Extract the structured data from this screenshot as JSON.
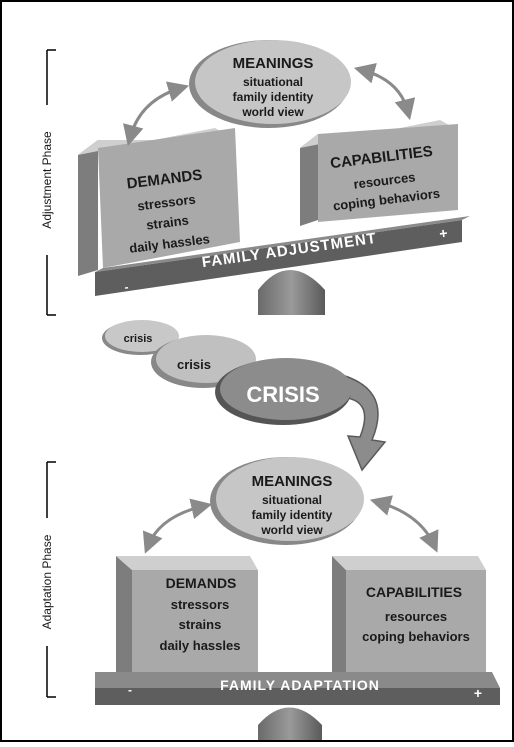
{
  "adjustment_phase": {
    "phase_label": "Adjustment Phase",
    "meanings": {
      "title": "MEANINGS",
      "lines": [
        "situational",
        "family identity",
        "world view"
      ]
    },
    "demands": {
      "title": "DEMANDS",
      "lines": [
        "stressors",
        "strains",
        "daily hassles"
      ]
    },
    "capabilities": {
      "title": "CAPABILITIES",
      "lines": [
        "resources",
        "coping behaviors"
      ]
    },
    "beam_label": "FAMILY ADJUSTMENT",
    "minus": "-",
    "plus": "+"
  },
  "crisis_sequence": {
    "small": "crisis",
    "medium": "crisis",
    "large": "CRISIS"
  },
  "adaptation_phase": {
    "phase_label": "Adaptation Phase",
    "meanings": {
      "title": "MEANINGS",
      "lines": [
        "situational",
        "family identity",
        "world view"
      ]
    },
    "demands": {
      "title": "DEMANDS",
      "lines": [
        "stressors",
        "strains",
        "daily hassles"
      ]
    },
    "capabilities": {
      "title": "CAPABILITIES",
      "lines": [
        "resources",
        "coping behaviors"
      ]
    },
    "beam_label": "FAMILY ADAPTATION",
    "minus": "-",
    "plus": "+"
  },
  "colors": {
    "box_front": "#a9a9a9",
    "box_side": "#7d7d7d",
    "box_top": "#cfcfcf",
    "beam": "#6e6e6e",
    "ellipse": "#bdbdbd",
    "crisis_large": "#8c8c8c",
    "arrow": "#9a9a9a",
    "text": "#1a1a1a"
  }
}
